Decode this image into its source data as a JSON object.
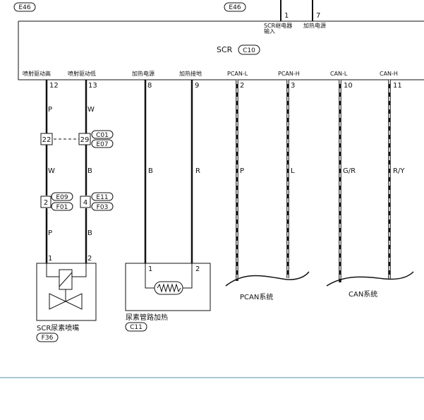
{
  "top": {
    "left_connector": "E46",
    "mid_connector": "E46",
    "pin_a": "1",
    "pin_b": "7",
    "label_a_line1": "SCR继电器",
    "label_a_line2": "输入",
    "label_b": "加热电源"
  },
  "module": {
    "title": "SCR",
    "connector": "C10",
    "pins": [
      {
        "label": "喷射驱动高",
        "pin": "12"
      },
      {
        "label": "喷射驱动低",
        "pin": "13"
      },
      {
        "label": "加热电源",
        "pin": "8"
      },
      {
        "label": "加热接地",
        "pin": "9"
      },
      {
        "label": "PCAN-L",
        "pin": "2"
      },
      {
        "label": "PCAN-H",
        "pin": "3"
      },
      {
        "label": "CAN-L",
        "pin": "10"
      },
      {
        "label": "CAN-H",
        "pin": "11"
      }
    ]
  },
  "wire_colors": {
    "w12_upper": "P",
    "w13_upper": "W",
    "w12_mid": "W",
    "w13_mid": "B",
    "w12_lower": "P",
    "w13_lower": "B",
    "w8": "B",
    "w9": "R",
    "w2": "P",
    "w3": "L",
    "w10": "G/R",
    "w11": "R/Y"
  },
  "splice": {
    "pin_left": "22",
    "pin_right": "29",
    "conn_1": "C01",
    "conn_2": "E07"
  },
  "inline": {
    "left_pin": "2",
    "left_conn_1": "E09",
    "left_conn_2": "F01",
    "right_pin": "4",
    "right_conn_1": "E11",
    "right_conn_2": "F03"
  },
  "injector": {
    "pin1": "1",
    "pin2": "2",
    "name": "SCR尿素喷嘴",
    "connector": "F36"
  },
  "heater": {
    "pin1": "1",
    "pin2": "2",
    "name": "尿素管路加热",
    "connector": "C11"
  },
  "systems": {
    "pcan": "PCAN系统",
    "can": "CAN系统"
  },
  "colors": {
    "line": "#111111",
    "divider": "#5a8fb0"
  }
}
